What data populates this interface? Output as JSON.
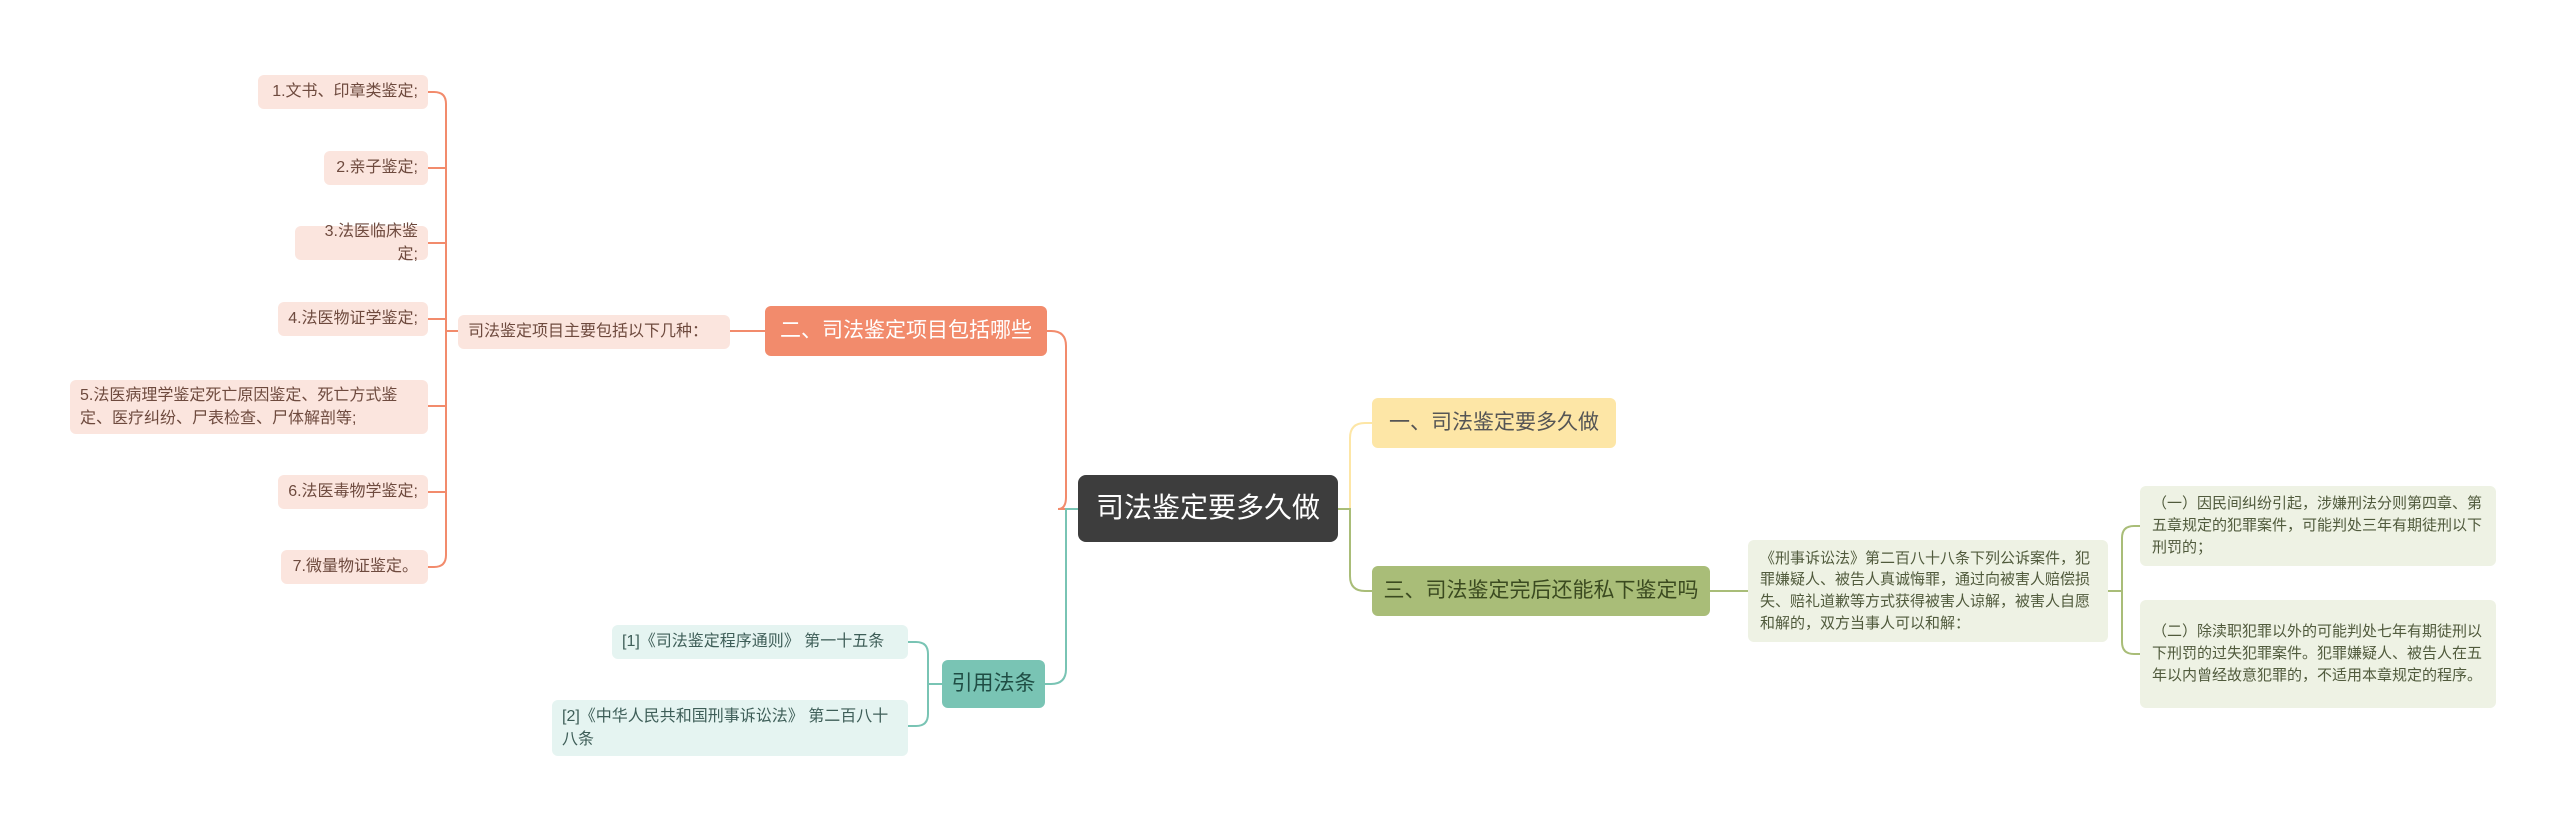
{
  "root": {
    "label": "司法鉴定要多久做"
  },
  "branches": {
    "items_branch": {
      "label": "二、司法鉴定项目包括哪些",
      "intro": "司法鉴定项目主要包括以下几种：",
      "items": [
        "1.文书、印章类鉴定;",
        "2.亲子鉴定;",
        "3.法医临床鉴定;",
        "4.法医物证学鉴定;",
        "5.法医病理学鉴定死亡原因鉴定、死亡方式鉴定、医疗纠纷、尸表检查、尸体解剖等;",
        "6.法医毒物学鉴定;",
        "7.微量物证鉴定。"
      ]
    },
    "duration_branch": {
      "label": "一、司法鉴定要多久做"
    },
    "private_branch": {
      "label": "三、司法鉴定完后还能私下鉴定吗",
      "law_text": "《刑事诉讼法》第二百八十八条下列公诉案件，犯罪嫌疑人、被告人真诚悔罪，通过向被害人赔偿损失、赔礼道歉等方式获得被害人谅解，被害人自愿和解的，双方当事人可以和解：",
      "cases": [
        "（一）因民间纠纷引起，涉嫌刑法分则第四章、第五章规定的犯罪案件，可能判处三年有期徒刑以下刑罚的；",
        "（二）除渎职犯罪以外的可能判处七年有期徒刑以下刑罚的过失犯罪案件。犯罪嫌疑人、被告人在五年以内曾经故意犯罪的，不适用本章规定的程序。"
      ]
    },
    "citations_branch": {
      "label": "引用法条",
      "refs": [
        "[1]《司法鉴定程序通则》 第一十五条",
        "[2]《中华人民共和国刑事诉讼法》 第二百八十八条"
      ]
    }
  },
  "colors": {
    "salmon": "#f28b6c",
    "yellow": "#fde6a6",
    "green": "#a9bd78",
    "teal": "#79c4b4",
    "central": "#3d3d3d"
  }
}
